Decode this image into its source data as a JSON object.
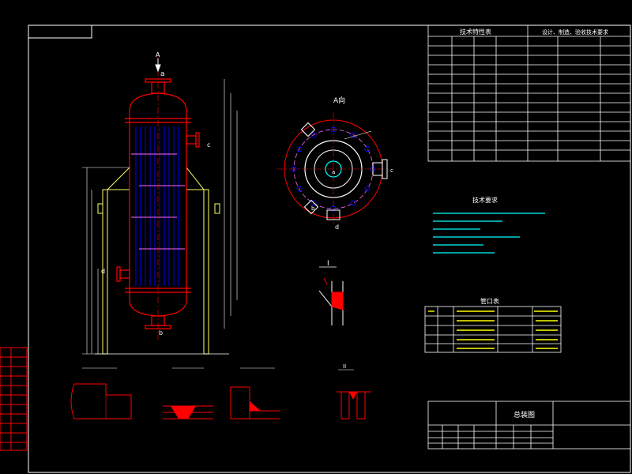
{
  "colors": {
    "background": "#000000",
    "frame": "#ffffff",
    "vessel": "#ff0000",
    "tubes": "#0000ff",
    "dimension": "#ffffff",
    "support": "#ffff66",
    "nozzle_text": "#ffff00",
    "hatch": "#ff0000",
    "table_text": "#ffffff",
    "cyan": "#00ffff"
  },
  "elevation": {
    "label_A": "A",
    "label_a": "a",
    "label_b": "b",
    "label_c": "c",
    "label_d": "d"
  },
  "section_view": {
    "title": "A向",
    "label_a": "a",
    "label_b": "b",
    "label_c": "c",
    "label_d": "d"
  },
  "detail_I": {
    "label": "I"
  },
  "detail_II": {
    "label": "II"
  },
  "tech_table": {
    "header_left": "技术特性表",
    "header_right": "设计、制造、验收技术要求"
  },
  "tech_requirements": {
    "title": "技术要求"
  },
  "nozzle_table": {
    "title": "管口表"
  },
  "title_block": {
    "drawing_title": "总装图"
  },
  "left_sidebar": {
    "cells": [
      "",
      "",
      "",
      "",
      "",
      "",
      "",
      "",
      "",
      ""
    ]
  }
}
